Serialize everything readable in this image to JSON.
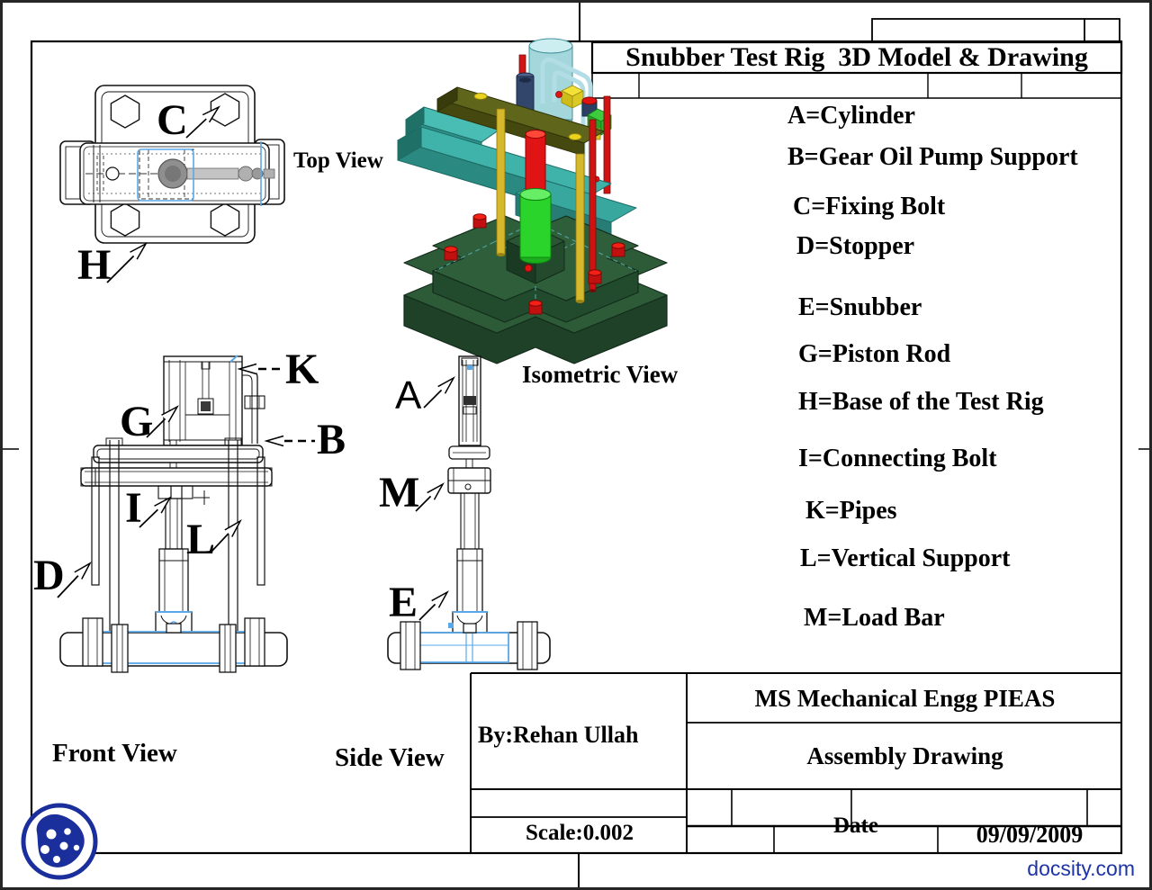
{
  "sheet": {
    "title": "Snubber Test Rig  3D Model & Drawing",
    "watermark": "docsity.com"
  },
  "views": {
    "top_label": "Top View",
    "isometric_label": "Isometric View",
    "front_label": "Front View",
    "side_label": "Side View"
  },
  "legend": {
    "items": [
      {
        "key": "A",
        "name": "Cylinder",
        "label": "A=Cylinder"
      },
      {
        "key": "B",
        "name": "Gear Oil Pump Support",
        "label": "B=Gear Oil Pump Support"
      },
      {
        "key": "C",
        "name": "Fixing Bolt",
        "label": "C=Fixing Bolt"
      },
      {
        "key": "D",
        "name": "Stopper",
        "label": "D=Stopper"
      },
      {
        "key": "E",
        "name": "Snubber",
        "label": "E=Snubber"
      },
      {
        "key": "G",
        "name": "Piston Rod",
        "label": "G=Piston Rod"
      },
      {
        "key": "H",
        "name": "Base of the Test Rig",
        "label": "H=Base of the Test Rig"
      },
      {
        "key": "I",
        "name": "Connecting Bolt",
        "label": "I=Connecting Bolt"
      },
      {
        "key": "K",
        "name": "Pipes",
        "label": "K=Pipes"
      },
      {
        "key": "L",
        "name": "Vertical Support",
        "label": "L=Vertical Support"
      },
      {
        "key": "M",
        "name": "Load Bar",
        "label": "M=Load Bar"
      }
    ]
  },
  "callouts": {
    "a": "A",
    "b": "B",
    "c": "C",
    "d": "D",
    "e": "E",
    "g": "G",
    "h": "H",
    "i": "I",
    "k": "K",
    "l": "L",
    "m": "M"
  },
  "title_block": {
    "institution": "MS Mechanical Engg PIEAS",
    "author": "By:Rehan Ullah",
    "drawing_name": "Assembly Drawing",
    "scale": "Scale:0.002",
    "date_label": "Date",
    "date_value": "09/09/2009"
  },
  "colors": {
    "highlight_blue": "#5aa8e8",
    "watermark_blue": "#1e34a6",
    "model": {
      "base_green": "#2d5a37",
      "bolt_red": "#e01414",
      "cylinder_green": "#2bd42b",
      "rod_yellow": "#d6b82c",
      "load_bar_teal": "#3fb3aa",
      "plate_olive": "#5f651b",
      "cylinder_cyan": "#a3d7db",
      "piston_navy": "#32466c"
    }
  }
}
